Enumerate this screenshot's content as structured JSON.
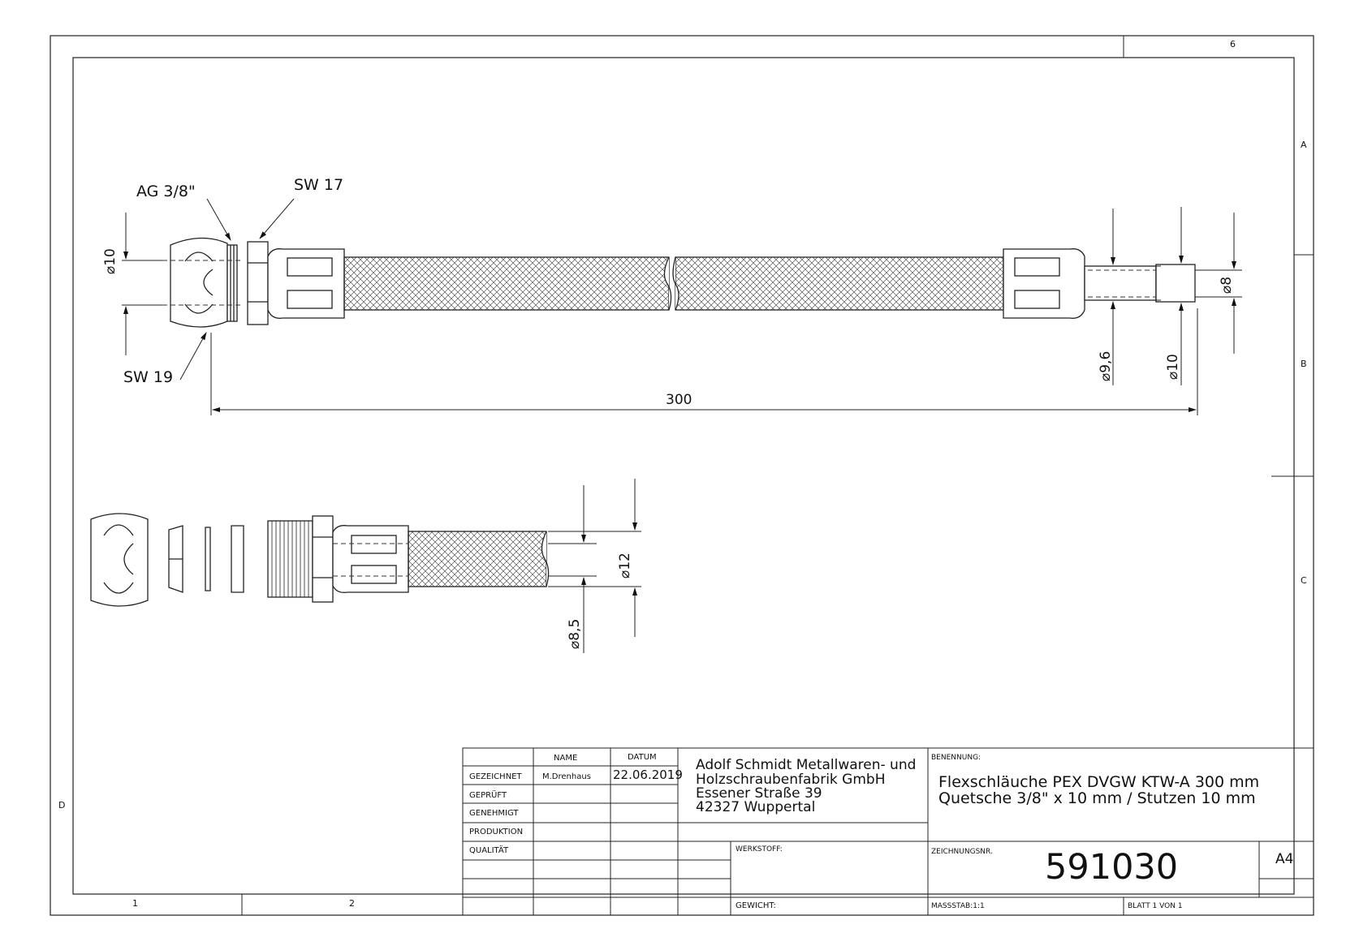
{
  "frame": {
    "columns": [
      "1",
      "2",
      "6"
    ],
    "rows": [
      "A",
      "B",
      "C",
      "D"
    ]
  },
  "dimensions": {
    "thread_label": "AG 3/8\"",
    "sw17": "SW 17",
    "sw19": "SW 19",
    "dia10_left": "⌀10",
    "length": "300",
    "dia9_6": "⌀9,6",
    "dia10_right": "⌀10",
    "dia8": "⌀8",
    "dia12": "⌀12",
    "dia8_5": "⌀8,5"
  },
  "title_block": {
    "col_name": "NAME",
    "col_date": "DATUM",
    "rows": {
      "gezeichnet": "GEZEICHNET",
      "geprueft": "GEPRÜFT",
      "genehmigt": "GENEHMIGT",
      "produktion": "PRODUKTION",
      "qualitaet": "QUALITÄT"
    },
    "drawn_by": "M.Drenhaus",
    "drawn_date": "22.06.2019",
    "company": {
      "line1": "Adolf Schmidt Metallwaren- und",
      "line2": "Holzschraubenfabrik GmbH",
      "line3": "Essener Straße 39",
      "line4": "42327 Wuppertal"
    },
    "benennung_label": "BENENNUNG:",
    "benennung_line1": "Flexschläuche PEX DVGW KTW-A  300 mm",
    "benennung_line2": "Quetsche 3/8\" x 10 mm / Stutzen 10 mm",
    "werkstoff_label": "WERKSTOFF:",
    "zeichnungsnr_label": "ZEICHNUNGSNR.",
    "zeichnungsnr": "591030",
    "format": "A4",
    "gewicht_label": "GEWICHT:",
    "massstab": "MASSSTAB:1:1",
    "blatt": "BLATT 1 VON 1"
  }
}
